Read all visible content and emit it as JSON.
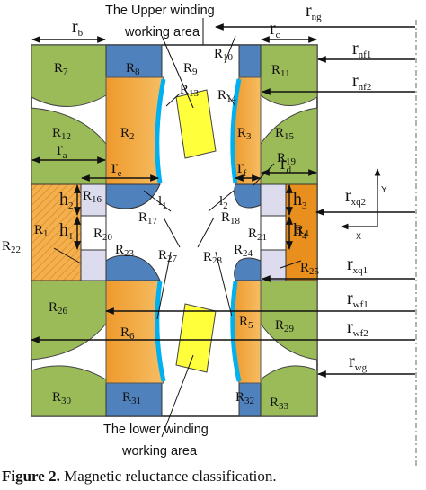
{
  "annotations": {
    "upper": [
      "The Upper winding",
      "working area"
    ],
    "lower": [
      "The lower winding",
      "working area"
    ]
  },
  "dimensions": {
    "rb": {
      "main": "r",
      "sub": "b"
    },
    "rc": {
      "main": "r",
      "sub": "c"
    },
    "ra": {
      "main": "r",
      "sub": "a"
    },
    "rd": {
      "main": "r",
      "sub": "d"
    },
    "re": {
      "main": "r",
      "sub": "e"
    },
    "rf": {
      "main": "r",
      "sub": "f"
    },
    "h1": {
      "main": "h",
      "sub": "1"
    },
    "h2": {
      "main": "h",
      "sub": "2"
    },
    "h3": {
      "main": "h",
      "sub": "3"
    },
    "h4": {
      "main": "h",
      "sub": "4"
    },
    "l1": {
      "main": "l",
      "sub": "1"
    },
    "l2": {
      "main": "l",
      "sub": "2"
    }
  },
  "radii": {
    "rng": {
      "main": "r",
      "sub": "ng"
    },
    "rnf1": {
      "main": "r",
      "sub": "nf1"
    },
    "rnf2": {
      "main": "r",
      "sub": "nf2"
    },
    "rxq2": {
      "main": "r",
      "sub": "xq2"
    },
    "rxq1": {
      "main": "r",
      "sub": "xq1"
    },
    "rwf1": {
      "main": "r",
      "sub": "wf1"
    },
    "rwf2": {
      "main": "r",
      "sub": "wf2"
    },
    "rwg": {
      "main": "r",
      "sub": "wg"
    }
  },
  "axes": {
    "y": "Y",
    "x": "X"
  },
  "regions": {
    "r1": {
      "main": "R",
      "sub": "1"
    },
    "r2": {
      "main": "R",
      "sub": "2"
    },
    "r3": {
      "main": "R",
      "sub": "3"
    },
    "r4": {
      "main": "R",
      "sub": "4"
    },
    "r5": {
      "main": "R",
      "sub": "5"
    },
    "r6": {
      "main": "R",
      "sub": "6"
    },
    "r7": {
      "main": "R",
      "sub": "7"
    },
    "r8": {
      "main": "R",
      "sub": "8"
    },
    "r9": {
      "main": "R",
      "sub": "9"
    },
    "r10": {
      "main": "R",
      "sub": "10"
    },
    "r11": {
      "main": "R",
      "sub": "11"
    },
    "r12": {
      "main": "R",
      "sub": "12"
    },
    "r13": {
      "main": "R",
      "sub": "13"
    },
    "r14": {
      "main": "R",
      "sub": "14"
    },
    "r15": {
      "main": "R",
      "sub": "15"
    },
    "r16": {
      "main": "R",
      "sub": "16"
    },
    "r17": {
      "main": "R",
      "sub": "17"
    },
    "r18": {
      "main": "R",
      "sub": "18"
    },
    "r19": {
      "main": "R",
      "sub": "19"
    },
    "r20": {
      "main": "R",
      "sub": "20"
    },
    "r21": {
      "main": "R",
      "sub": "21"
    },
    "r22": {
      "main": "R",
      "sub": "22"
    },
    "r23": {
      "main": "R",
      "sub": "23"
    },
    "r24": {
      "main": "R",
      "sub": "24"
    },
    "r25": {
      "main": "R",
      "sub": "25"
    },
    "r26": {
      "main": "R",
      "sub": "26"
    },
    "r27": {
      "main": "R",
      "sub": "27"
    },
    "r28": {
      "main": "R",
      "sub": "28"
    },
    "r29": {
      "main": "R",
      "sub": "29"
    },
    "r30": {
      "main": "R",
      "sub": "30"
    },
    "r31": {
      "main": "R",
      "sub": "31"
    },
    "r32": {
      "main": "R",
      "sub": "32"
    },
    "r33": {
      "main": "R",
      "sub": "33"
    }
  },
  "caption": {
    "prefix": "Figure 2.",
    "text": " Magnetic reluctance classification."
  },
  "colors": {
    "green": "#9BBB59",
    "orange": "#F4B04E",
    "orange_dark": "#E98F1D",
    "blue": "#4F81BD",
    "blue_light": "#5B9BD5",
    "cyan": "#00B0F0",
    "yellow": "#FFFF3C",
    "lavender": "#DCDCEE"
  }
}
